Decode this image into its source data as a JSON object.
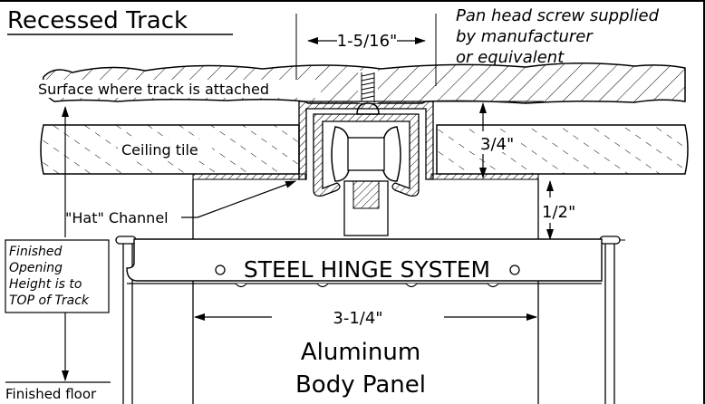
{
  "title": "Recessed Track",
  "note_lines": [
    "Pan head screw supplied",
    "by manufacturer",
    "or equivalent"
  ],
  "labels": {
    "surface": "Surface where track is attached",
    "ceiling_tile": "Ceiling tile",
    "hat_channel": "\"Hat\" Channel",
    "finished_floor": "Finished floor",
    "panel_name": "STEEL HINGE SYSTEM",
    "body_panel_line1": "Aluminum",
    "body_panel_line2": "Body Panel"
  },
  "finished_opening_lines": [
    "Finished",
    "Opening",
    "Height is to",
    "TOP of Track"
  ],
  "dimensions": {
    "track_width": "1-5/16\"",
    "tile_thickness": "3/4\"",
    "drop": "1/2\"",
    "panel_width": "3-1/4\""
  },
  "colors": {
    "line": "#000000",
    "background": "#ffffff"
  }
}
